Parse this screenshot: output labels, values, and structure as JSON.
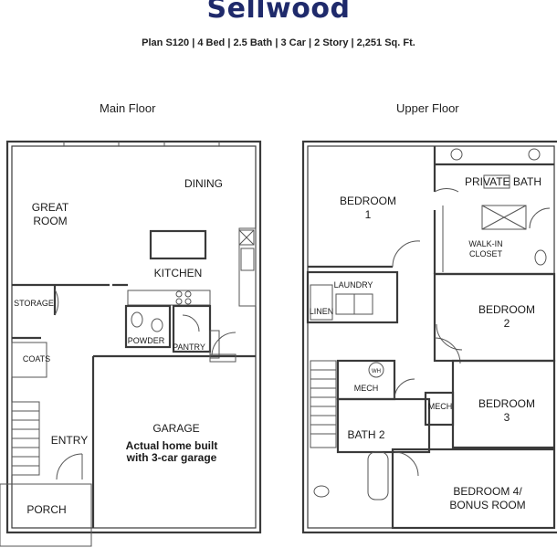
{
  "header": {
    "title": "Sellwood",
    "subtitle": "Plan S120 | 4 Bed | 2.5 Bath | 3 Car | 2 Story | 2,251 Sq. Ft."
  },
  "main_floor": {
    "label": "Main Floor",
    "rooms": {
      "great_room_1": "GREAT",
      "great_room_2": "ROOM",
      "dining": "DINING",
      "kitchen": "KITCHEN",
      "storage": "STORAGE",
      "coats": "COATS",
      "powder": "POWDER",
      "pantry": "PANTRY",
      "entry": "ENTRY",
      "porch": "PORCH",
      "garage": "GARAGE",
      "garage_note_1": "Actual home built",
      "garage_note_2": "with 3-car garage"
    }
  },
  "upper_floor": {
    "label": "Upper Floor",
    "rooms": {
      "bedroom1_a": "BEDROOM",
      "bedroom1_b": "1",
      "private_bath": "PRIVATE BATH",
      "walkin_a": "WALK-IN",
      "walkin_b": "CLOSET",
      "laundry": "LAUNDRY",
      "linen": "LINEN",
      "bedroom2_a": "BEDROOM",
      "bedroom2_b": "2",
      "mech1": "MECH",
      "wh": "WH",
      "mech2": "MECH",
      "bedroom3_a": "BEDROOM",
      "bedroom3_b": "3",
      "bath2": "BATH 2",
      "bedroom4_a": "BEDROOM 4/",
      "bedroom4_b": "BONUS ROOM"
    }
  }
}
